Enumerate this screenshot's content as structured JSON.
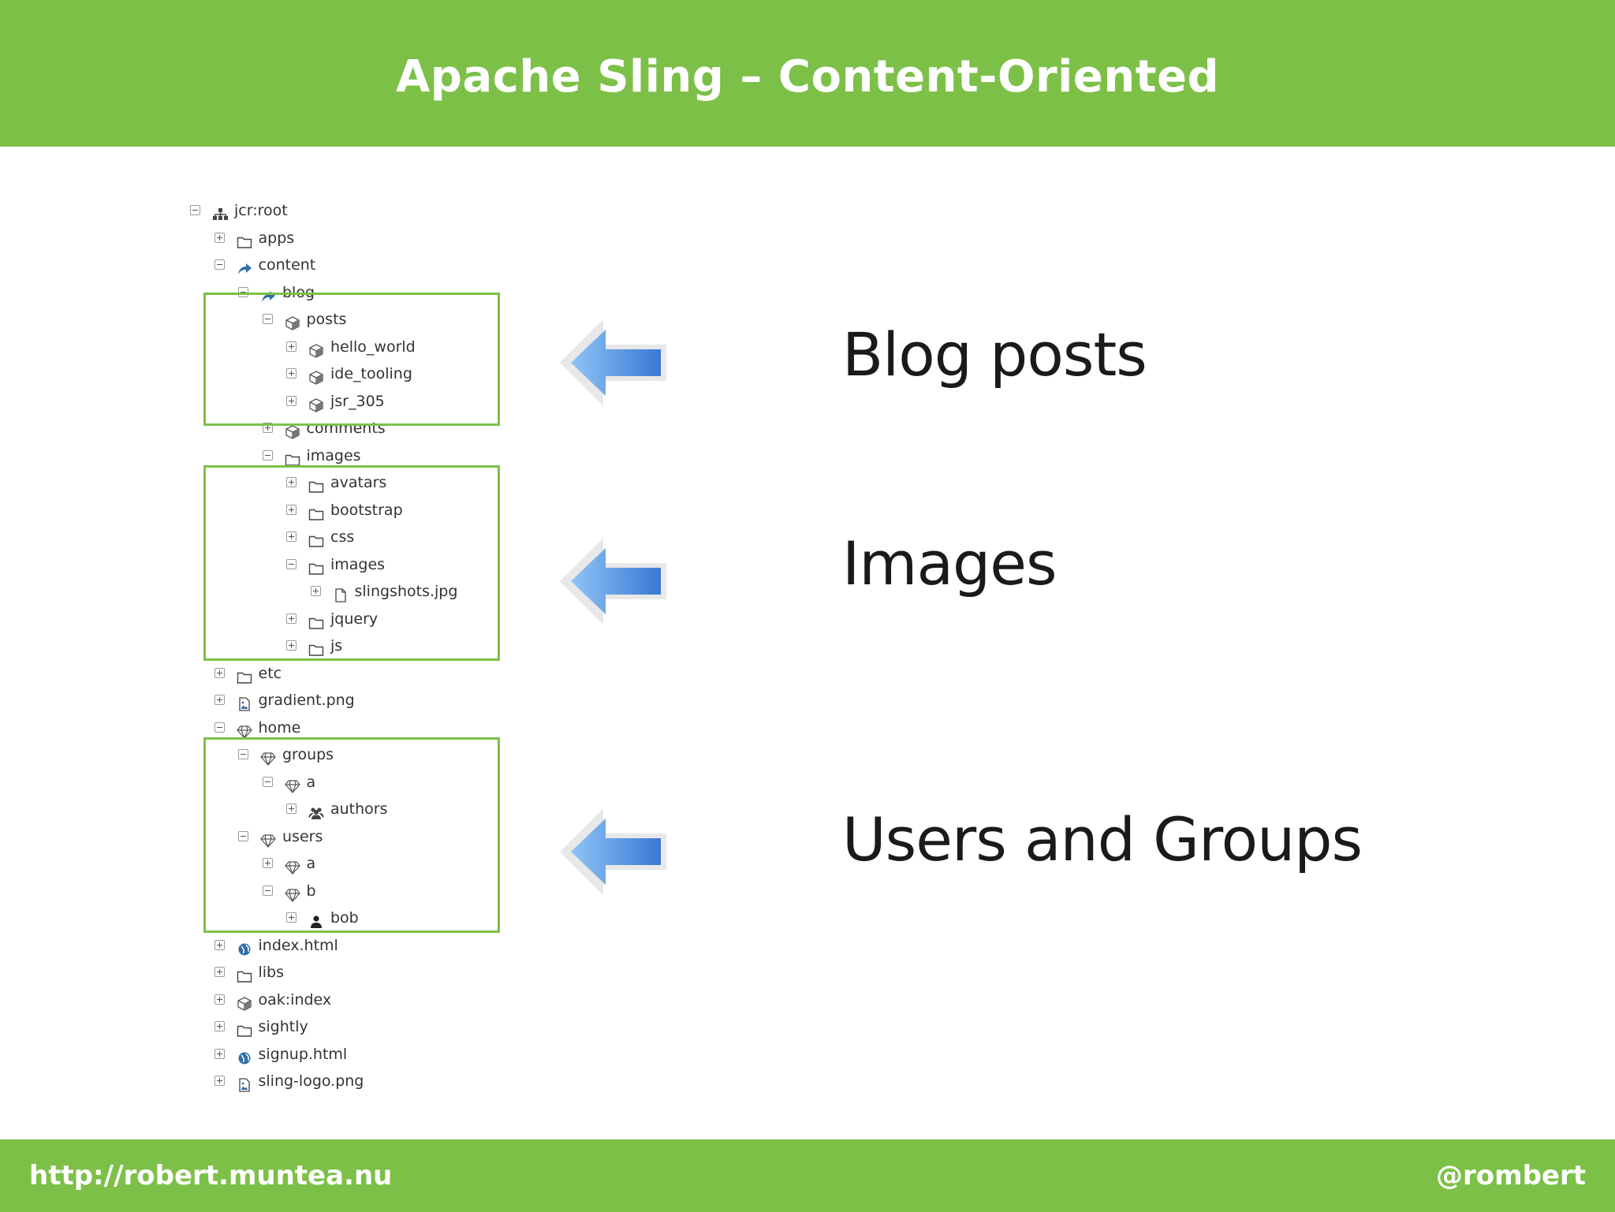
{
  "title": "Apache Sling – Content-Oriented",
  "footer": {
    "url": "http://robert.muntea.nu",
    "handle": "@rombert"
  },
  "callouts": {
    "blog": "Blog posts",
    "images": "Images",
    "users": "Users and Groups"
  },
  "tree": [
    {
      "label": "jcr:root",
      "icon": "hierarchy-icon",
      "toggle": "minus",
      "depth": 0
    },
    {
      "label": "apps",
      "icon": "folder-icon",
      "toggle": "plus",
      "depth": 1
    },
    {
      "label": "content",
      "icon": "share-arrow-icon",
      "toggle": "minus",
      "depth": 1
    },
    {
      "label": "blog",
      "icon": "share-arrow-icon",
      "toggle": "minus",
      "depth": 2
    },
    {
      "label": "posts",
      "icon": "cube-icon",
      "toggle": "minus",
      "depth": 3
    },
    {
      "label": "hello_world",
      "icon": "cube-icon",
      "toggle": "plus",
      "depth": 4
    },
    {
      "label": "ide_tooling",
      "icon": "cube-icon",
      "toggle": "plus",
      "depth": 4
    },
    {
      "label": "jsr_305",
      "icon": "cube-icon",
      "toggle": "plus",
      "depth": 4
    },
    {
      "label": "comments",
      "icon": "cube-icon",
      "toggle": "plus",
      "depth": 3
    },
    {
      "label": "images",
      "icon": "folder-icon",
      "toggle": "minus",
      "depth": 3
    },
    {
      "label": "avatars",
      "icon": "folder-icon",
      "toggle": "plus",
      "depth": 4
    },
    {
      "label": "bootstrap",
      "icon": "folder-icon",
      "toggle": "plus",
      "depth": 4
    },
    {
      "label": "css",
      "icon": "folder-icon",
      "toggle": "plus",
      "depth": 4
    },
    {
      "label": "images",
      "icon": "folder-icon",
      "toggle": "minus",
      "depth": 4
    },
    {
      "label": "slingshots.jpg",
      "icon": "file-icon",
      "toggle": "plus",
      "depth": 5
    },
    {
      "label": "jquery",
      "icon": "folder-icon",
      "toggle": "plus",
      "depth": 4
    },
    {
      "label": "js",
      "icon": "folder-icon",
      "toggle": "plus",
      "depth": 4
    },
    {
      "label": "etc",
      "icon": "folder-icon",
      "toggle": "plus",
      "depth": 1
    },
    {
      "label": "gradient.png",
      "icon": "image-file-icon",
      "toggle": "plus",
      "depth": 1
    },
    {
      "label": "home",
      "icon": "diamond-icon",
      "toggle": "minus",
      "depth": 1
    },
    {
      "label": "groups",
      "icon": "diamond-icon",
      "toggle": "minus",
      "depth": 2
    },
    {
      "label": "a",
      "icon": "diamond-icon",
      "toggle": "minus",
      "depth": 3
    },
    {
      "label": "authors",
      "icon": "group-icon",
      "toggle": "plus",
      "depth": 4
    },
    {
      "label": "users",
      "icon": "diamond-icon",
      "toggle": "minus",
      "depth": 2
    },
    {
      "label": "a",
      "icon": "diamond-icon",
      "toggle": "plus",
      "depth": 3
    },
    {
      "label": "b",
      "icon": "diamond-icon",
      "toggle": "minus",
      "depth": 3
    },
    {
      "label": "bob",
      "icon": "user-icon",
      "toggle": "plus",
      "depth": 4
    },
    {
      "label": "index.html",
      "icon": "globe-icon",
      "toggle": "plus",
      "depth": 1
    },
    {
      "label": "libs",
      "icon": "folder-icon",
      "toggle": "plus",
      "depth": 1
    },
    {
      "label": "oak:index",
      "icon": "cube-icon",
      "toggle": "plus",
      "depth": 1
    },
    {
      "label": "sightly",
      "icon": "folder-icon",
      "toggle": "plus",
      "depth": 1
    },
    {
      "label": "signup.html",
      "icon": "globe-icon",
      "toggle": "plus",
      "depth": 1
    },
    {
      "label": "sling-logo.png",
      "icon": "image-file-icon",
      "toggle": "plus",
      "depth": 1
    }
  ],
  "colors": {
    "accent": "#7dc048",
    "arrow": "#4a90e2"
  }
}
